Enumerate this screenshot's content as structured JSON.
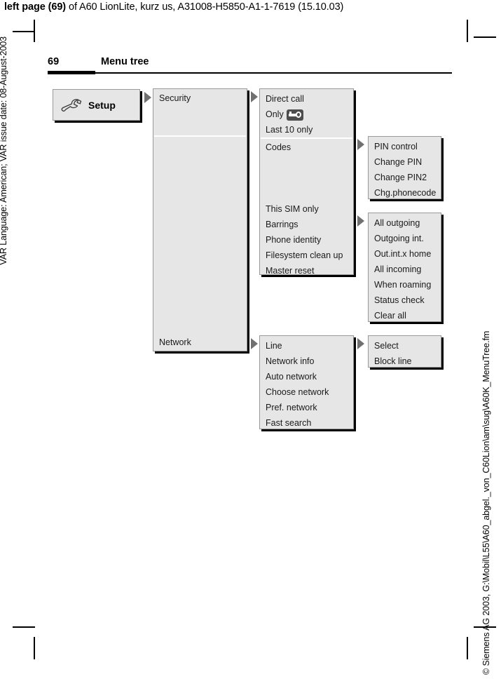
{
  "print_header": {
    "bold": "left page (69)",
    "rest": " of A60 LionLite, kurz us, A31008-H5850-A1-1-7619 (15.10.03)"
  },
  "side_text": {
    "left": "VAR Language: American; VAR issue date: 08-August-2003",
    "right": "© Siemens AG 2003, G:\\Mobil\\L55\\A60_abgel._von_C60Lion\\am\\sug\\A60K_MenuTree.fm"
  },
  "page_header": {
    "page_number": "69",
    "title": "Menu tree"
  },
  "menu": {
    "root": {
      "label": "Setup",
      "icon": "wrench-icon"
    },
    "level1": [
      {
        "label": "Security"
      },
      {
        "label": "Network"
      }
    ],
    "security_submenu": [
      {
        "label": "Direct call"
      },
      {
        "label": "Only",
        "icon": "key-icon"
      },
      {
        "label": "Last 10 only"
      },
      {
        "label": "Codes"
      },
      {
        "label": ""
      },
      {
        "label": ""
      },
      {
        "label": "This SIM only"
      },
      {
        "label": "Barrings"
      },
      {
        "label": "Phone identity"
      },
      {
        "label": "Filesystem clean up"
      },
      {
        "label": "Master reset"
      }
    ],
    "codes_submenu": [
      {
        "label": "PIN control"
      },
      {
        "label": "Change PIN"
      },
      {
        "label": "Change PIN2"
      },
      {
        "label": "Chg.phonecode"
      }
    ],
    "barrings_submenu": [
      {
        "label": "All outgoing"
      },
      {
        "label": "Outgoing int."
      },
      {
        "label": "Out.int.x home"
      },
      {
        "label": "All incoming"
      },
      {
        "label": "When roaming"
      },
      {
        "label": "Status check"
      },
      {
        "label": "Clear all"
      }
    ],
    "network_submenu": [
      {
        "label": "Line"
      },
      {
        "label": "Network info"
      },
      {
        "label": "Auto network"
      },
      {
        "label": "Choose network"
      },
      {
        "label": "Pref. network"
      },
      {
        "label": "Fast search"
      }
    ],
    "line_submenu": [
      {
        "label": "Select"
      },
      {
        "label": "Block line"
      }
    ]
  },
  "colors": {
    "box_fill": "#e6e6e6",
    "box_border": "#9a9a9a",
    "arrow": "#707070",
    "text": "#1a1a1a"
  }
}
